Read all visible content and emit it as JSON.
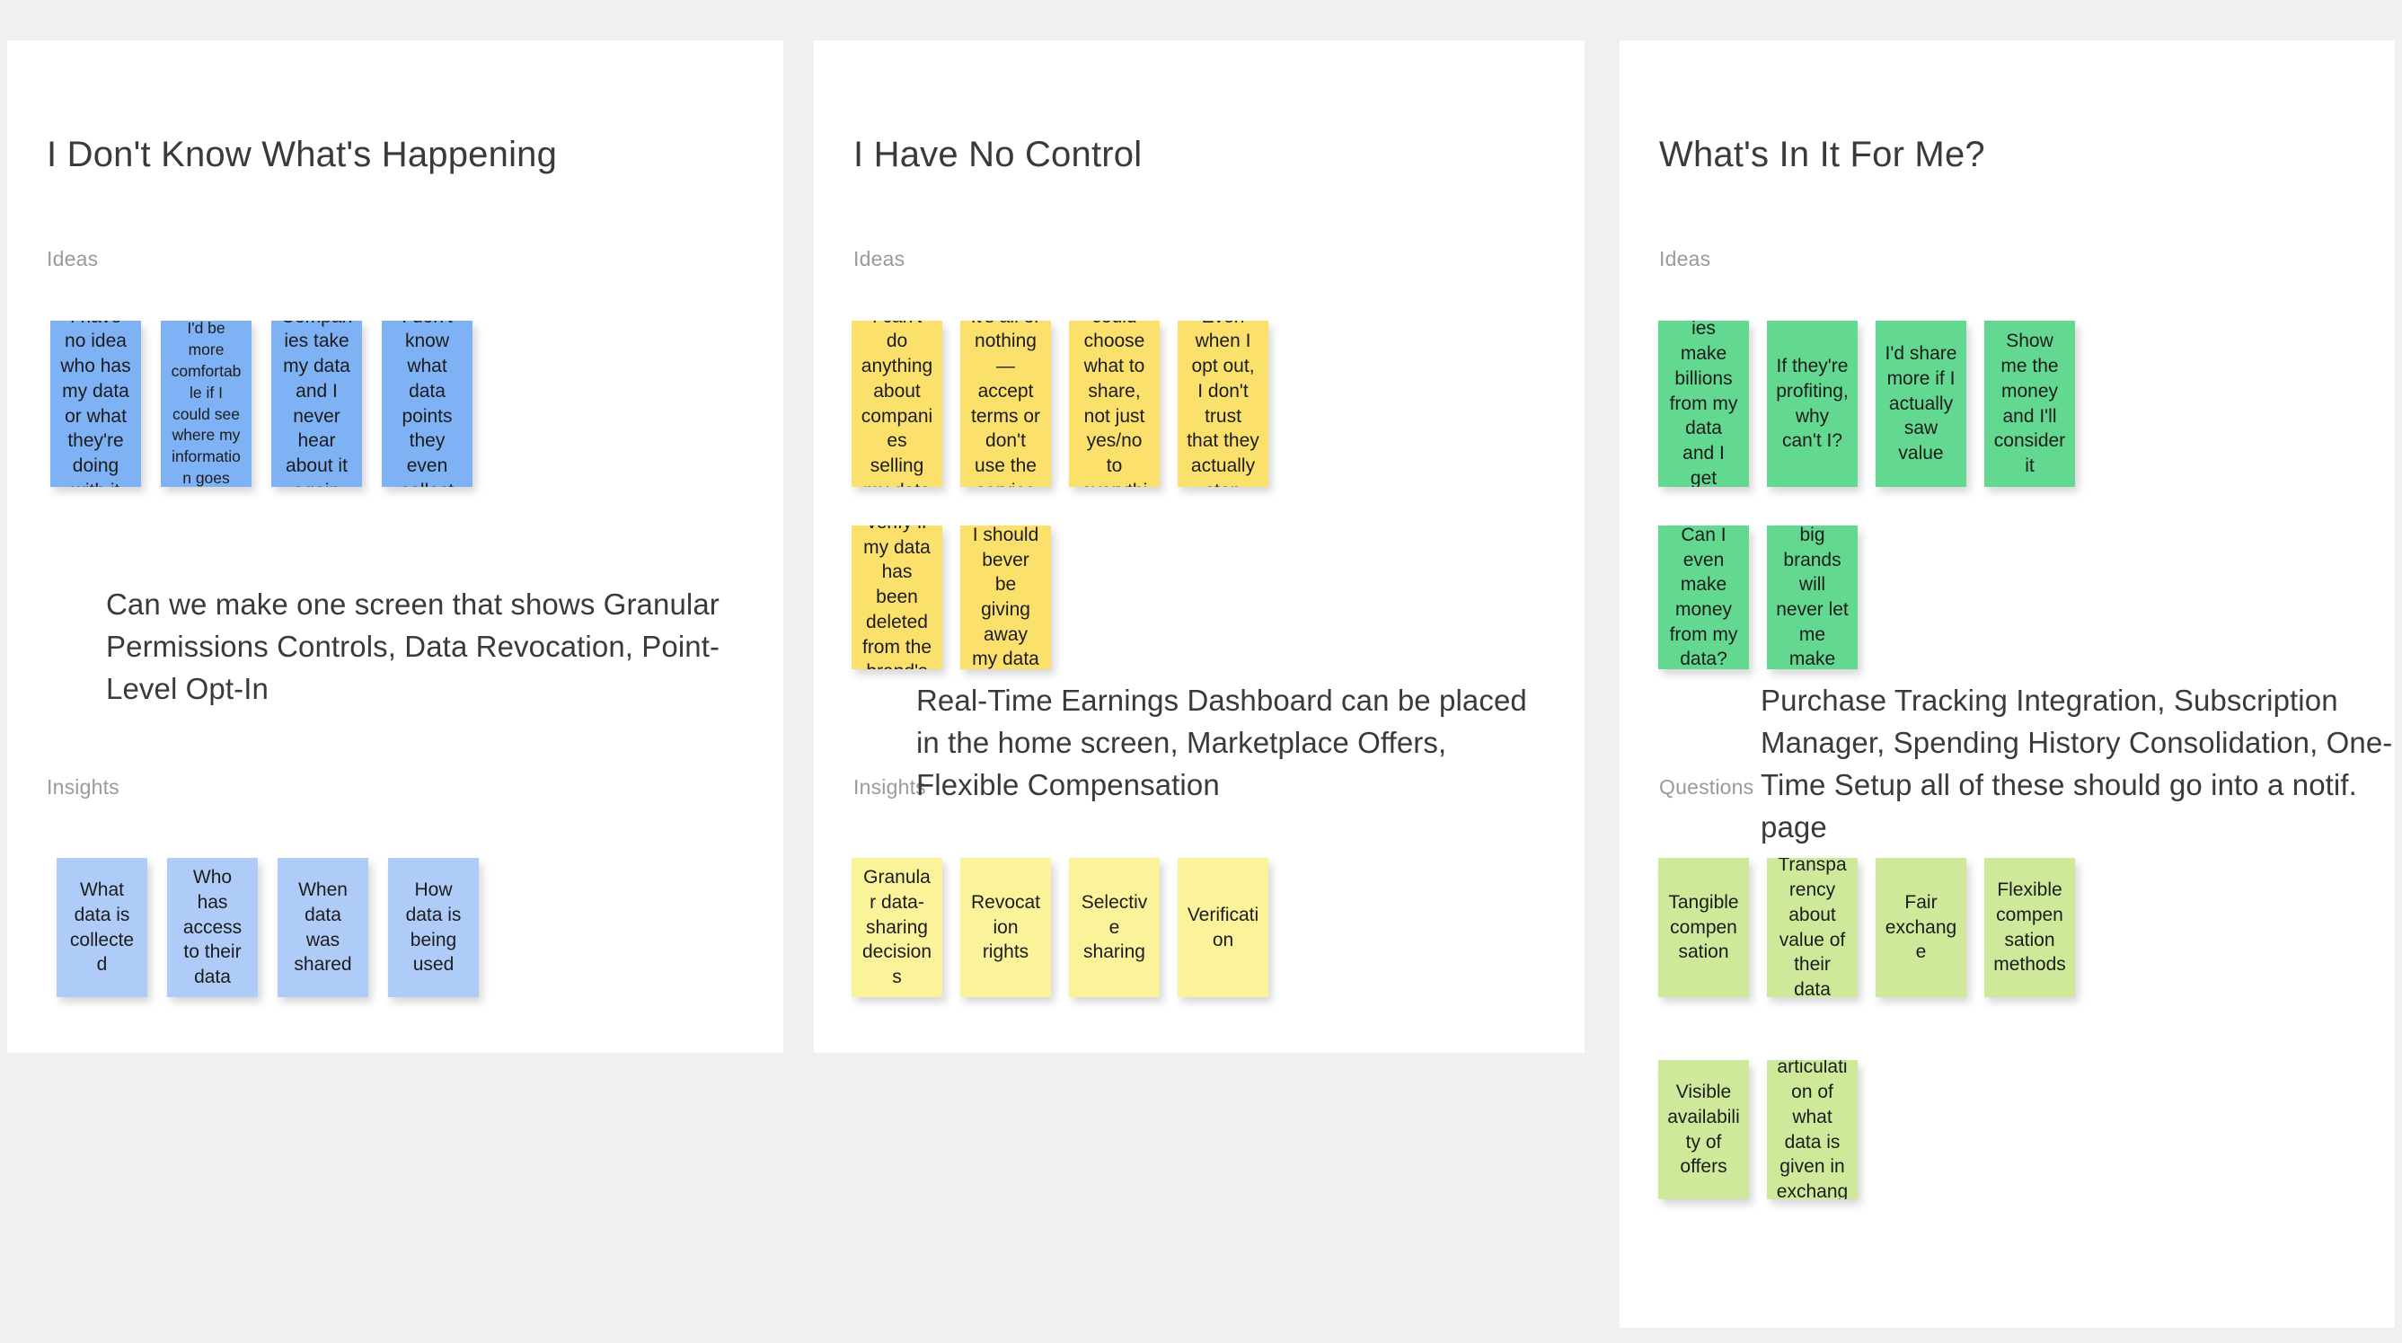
{
  "board": {
    "background_color": "#F0F0F0",
    "panel_background": "#FFFFFF"
  },
  "columns": [
    {
      "title": "I Don't Know What's Happening",
      "accent_color": "#7FB2F5",
      "sections": [
        {
          "label": "Ideas",
          "note_color": "#7FB2F5",
          "notes": [
            "I have no idea who has my data or what they're doing with it",
            "I'd be more comfortable if I could see where my information goes",
            "Companies take my data and I never hear about it again",
            "I don't know what data points they even collect"
          ]
        },
        {
          "label": "Insights",
          "note_color": "#AFCBF7",
          "notes": [
            "What data is collected",
            "Who has access to their data",
            "When data was shared",
            "How data is being used"
          ]
        }
      ],
      "overlay": "Can we make one screen that shows Granular Permissions Controls, Data Revocation, Point-Level Opt-In"
    },
    {
      "title": "I Have No Control",
      "accent_color": "#FBE16C",
      "sections": [
        {
          "label": "Ideas",
          "note_color": "#FBE16C",
          "notes": [
            "I can't do anything about companies selling my data",
            "It's all or nothing—accept terms or don't use the service",
            "I wish I could choose what to share, not just yes/no to everything",
            "Even when I opt out, I don't trust that they actually stop",
            "Who will verify if my data has been deleted from the brand's end",
            "I should bever be giving away my data"
          ]
        },
        {
          "label": "Insights",
          "note_color": "#FBF39A",
          "notes": [
            "Granular data-sharing decisions",
            "Revocation rights",
            "Selective sharing",
            "Verification"
          ]
        }
      ],
      "overlay": "Real-Time Earnings Dashboard can be placed in the home screen, Marketplace Offers, Flexible Compensation"
    },
    {
      "title": "What's In It For Me?",
      "accent_color": "#62D890",
      "sections": [
        {
          "label": "Ideas",
          "note_color": "#62D890",
          "notes": [
            "Companies make billions from my data and I get nothing",
            "If they're profiting, why can't I?",
            "I'd share more if I actually saw value",
            "Show me the money and I'll consider it",
            "Can I even make money from my data?",
            "These big brands will never let me make money"
          ]
        },
        {
          "label": "Questions",
          "note_color": "#CFE99A",
          "notes": [
            "Tangible compensation",
            "Transparency about value of their data",
            "Fair exchange",
            "Flexible compensation methods",
            "Visible availability of offers",
            "Clear articulation of what data is given in exchange"
          ]
        }
      ],
      "overlay": "Purchase Tracking Integration, Subscription Manager, Spending History Consolidation, One-Time Setup all of these should go into a notif. page"
    }
  ]
}
